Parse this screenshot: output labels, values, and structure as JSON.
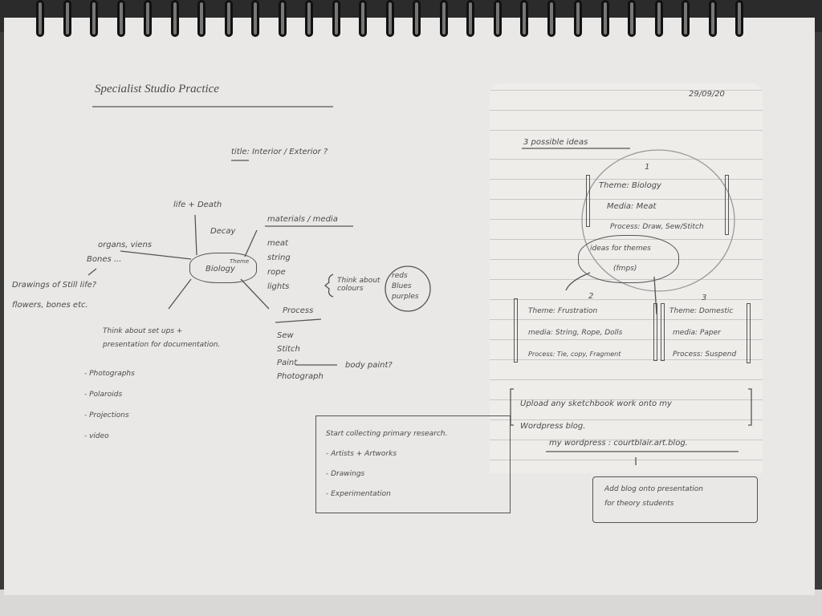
{
  "header": {
    "title": "Specialist Studio Practice",
    "date": "29/09/20",
    "title_line": "title: Interior / Exterior ?"
  },
  "mindmap": {
    "center": "Biology",
    "center_tag": "Theme",
    "life_death": "life + Death",
    "decay": "Decay",
    "organs": "organs, viens",
    "bones": "Bones ...",
    "still_life": "Drawings of Still life?",
    "flowers": "flowers, bones etc.",
    "materials_heading": "materials / media",
    "materials": [
      "meat",
      "string",
      "rope",
      "lights"
    ],
    "colours_note": "Think about colours",
    "colours": [
      "reds",
      "Blues",
      "purples"
    ],
    "process_heading": "Process",
    "process": [
      "Sew",
      "Stitch",
      "Paint",
      "Photograph"
    ],
    "body_paint": "body paint?",
    "setups": [
      "Think about set ups +",
      "presentation for documentation."
    ],
    "documentation": [
      "- Photographs",
      "- Polaroids",
      "- Projections",
      "- video"
    ]
  },
  "research_box": {
    "title": "Start collecting primary research.",
    "items": [
      "- Artists + Artworks",
      "- Drawings",
      "- Experimentation"
    ]
  },
  "ideas": {
    "heading": "3 possible ideas",
    "cloud": [
      "ideas for themes",
      "(fmps)"
    ],
    "idea1": {
      "num": "1",
      "theme": "Theme: Biology",
      "media": "Media: Meat",
      "process": "Process: Draw, Sew/Stitch"
    },
    "idea2": {
      "num": "2",
      "theme": "Theme: Frustration",
      "media": "media: String, Rope, Dolls",
      "process": "Process: Tie, copy, Fragment"
    },
    "idea3": {
      "num": "3",
      "theme": "Theme: Domestic",
      "media": "media: Paper",
      "process": "Process: Suspend"
    },
    "upload": [
      "Upload any sketchbook work onto my",
      "Wordpress blog."
    ],
    "wordpress": "my wordpress : courtblair.art.blog.",
    "blog_box": [
      "Add blog onto presentation",
      "for theory students"
    ]
  }
}
